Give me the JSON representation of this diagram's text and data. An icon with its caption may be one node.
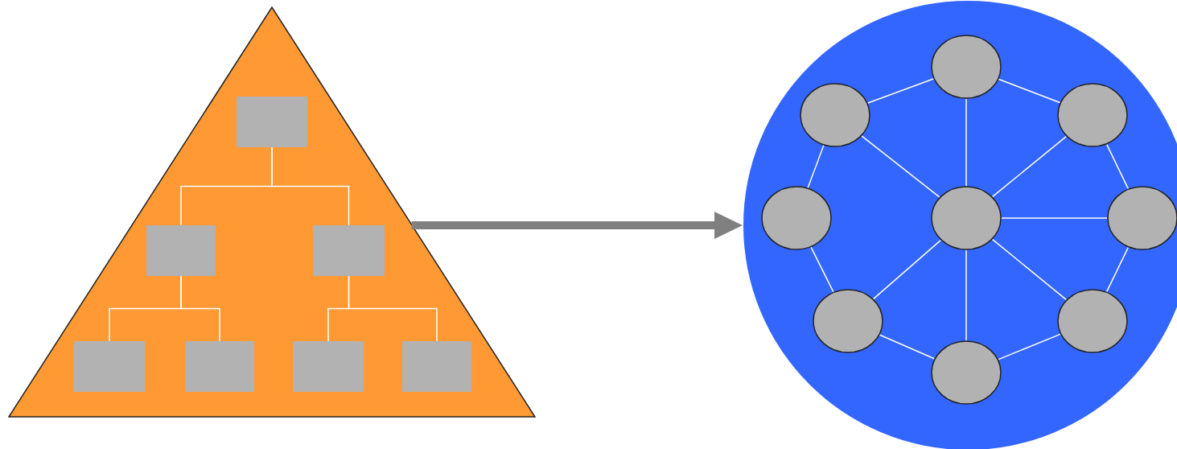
{
  "diagram": {
    "nodes": [
      {
        "text": [],
        "shape": "triangle"
      },
      {
        "text": [],
        "shape": "box",
        "in": 0
      },
      {
        "text": [],
        "shape": "box",
        "in": 0
      },
      {
        "text": [],
        "shape": "box",
        "in": 0
      },
      {
        "text": [],
        "shape": "box",
        "in": 0
      },
      {
        "text": [],
        "shape": "box",
        "in": 0
      },
      {
        "text": [],
        "shape": "box",
        "in": 0
      },
      {
        "text": [],
        "shape": "box",
        "in": 0
      },
      {
        "text": [],
        "shape": "circle"
      },
      {
        "text": [],
        "shape": "circle",
        "in": 8
      },
      {
        "text": [],
        "shape": "circle",
        "in": 8
      },
      {
        "text": [],
        "shape": "circle",
        "in": 8
      },
      {
        "text": [],
        "shape": "circle",
        "in": 8
      },
      {
        "text": [],
        "shape": "circle",
        "in": 8
      },
      {
        "text": [],
        "shape": "circle",
        "in": 8
      },
      {
        "text": [],
        "shape": "circle",
        "in": 8
      },
      {
        "text": [],
        "shape": "circle",
        "in": 8
      },
      {
        "text": [],
        "shape": "circle",
        "in": 8
      }
    ],
    "edges": [
      {
        "from": 0,
        "to": 8,
        "arrow": "to",
        "style": "thick",
        "color": "#808080"
      },
      {
        "from": 1,
        "to": 2,
        "arrow": "none"
      },
      {
        "from": 1,
        "to": 3,
        "arrow": "none"
      },
      {
        "from": 2,
        "to": 4,
        "arrow": "none"
      },
      {
        "from": 2,
        "to": 5,
        "arrow": "none"
      },
      {
        "from": 3,
        "to": 6,
        "arrow": "none"
      },
      {
        "from": 3,
        "to": 7,
        "arrow": "none"
      },
      {
        "from": 9,
        "to": 10,
        "arrow": "none"
      },
      {
        "from": 9,
        "to": 11,
        "arrow": "none"
      },
      {
        "from": 10,
        "to": 12,
        "arrow": "none"
      },
      {
        "from": 11,
        "to": 14,
        "arrow": "none"
      },
      {
        "from": 12,
        "to": 15,
        "arrow": "none"
      },
      {
        "from": 14,
        "to": 16,
        "arrow": "none"
      },
      {
        "from": 15,
        "to": 17,
        "arrow": "none"
      },
      {
        "from": 16,
        "to": 17,
        "arrow": "none"
      },
      {
        "from": 13,
        "to": 9,
        "arrow": "none"
      },
      {
        "from": 13,
        "to": 10,
        "arrow": "none"
      },
      {
        "from": 13,
        "to": 11,
        "arrow": "none"
      },
      {
        "from": 13,
        "to": 14,
        "arrow": "none"
      },
      {
        "from": 13,
        "to": 15,
        "arrow": "none"
      },
      {
        "from": 13,
        "to": 16,
        "arrow": "none"
      },
      {
        "from": 13,
        "to": 17,
        "arrow": "none"
      }
    ]
  }
}
